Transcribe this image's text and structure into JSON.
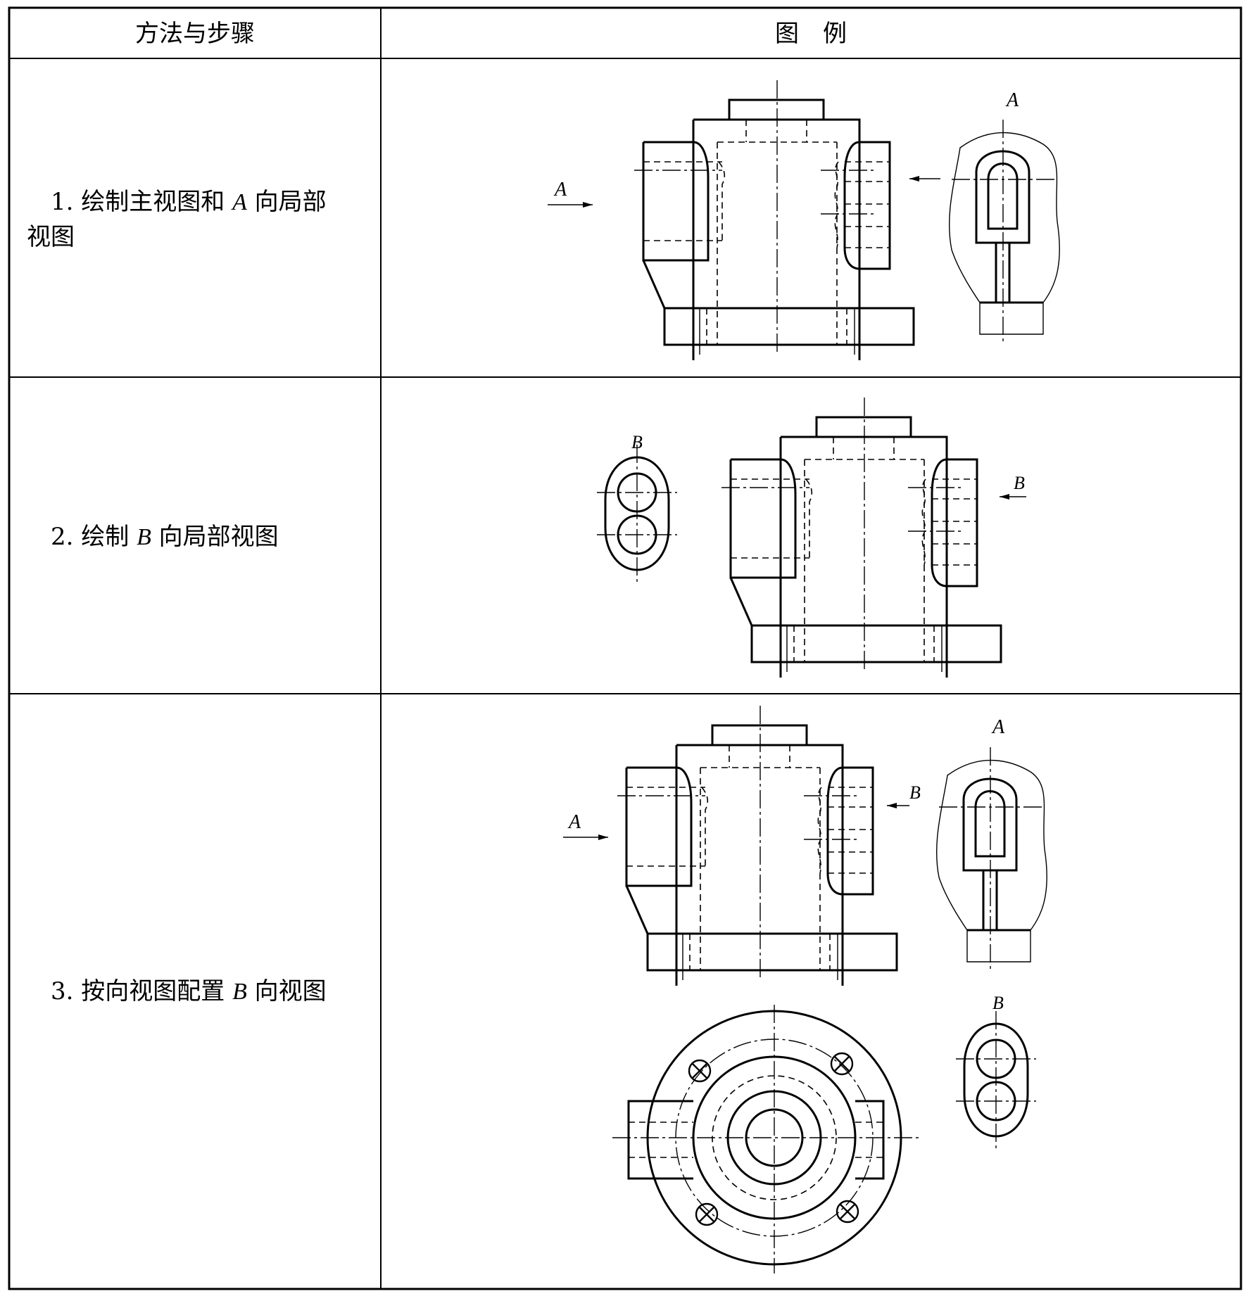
{
  "table": {
    "header": {
      "col1": "方法与步骤",
      "col2": "图　例"
    },
    "rows": [
      {
        "line1_prefix": "1. 绘制主视图和 ",
        "line1_var": "A",
        "line1_suffix": " 向局部",
        "line2": "视图"
      },
      {
        "prefix": "2. 绘制 ",
        "var": "B",
        "suffix": " 向局部视图"
      },
      {
        "prefix": "3. 按向视图配置 ",
        "var": "B",
        "suffix": " 向视图"
      }
    ]
  },
  "figures": {
    "labels": {
      "A": "A",
      "B": "B"
    }
  }
}
